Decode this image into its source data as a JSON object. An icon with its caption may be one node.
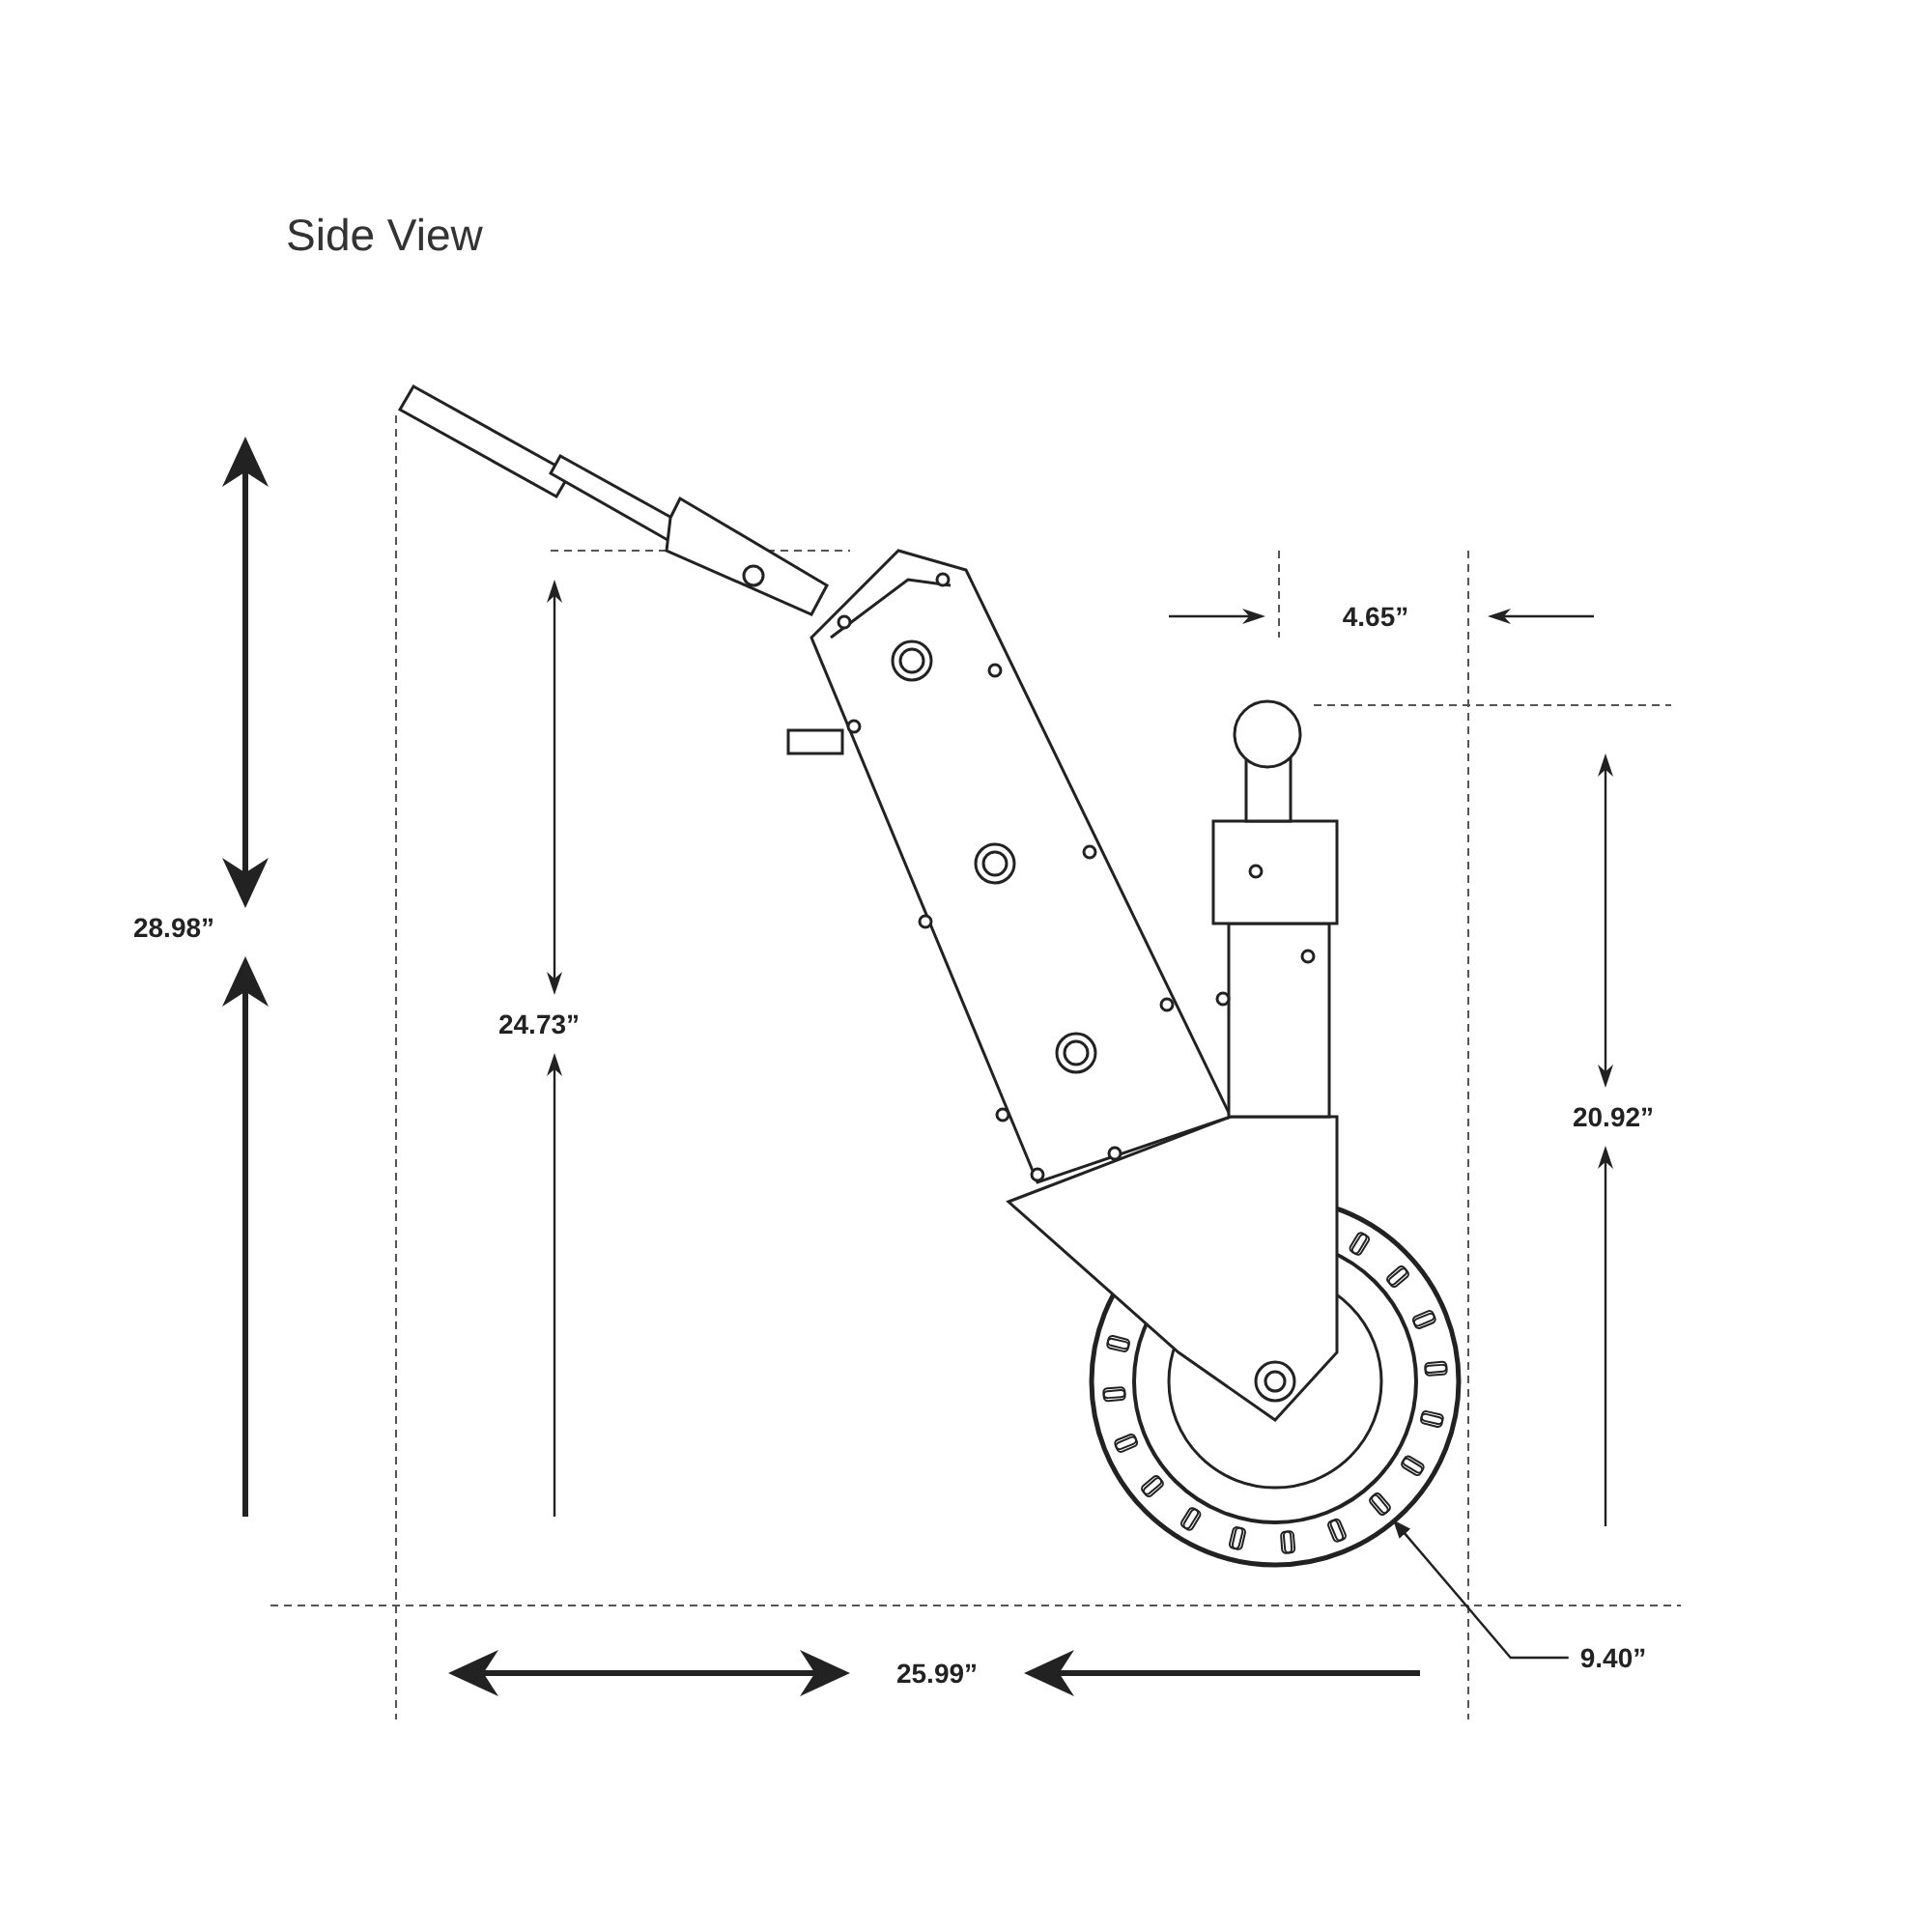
{
  "diagram": {
    "nodes": [
      {
        "text": [
          "9.40”"
        ]
      },
      {
        "text": [],
        "shape": "circle"
      }
    ],
    "edges": [
      {
        "from": 0,
        "to": 1,
        "arrow": "to"
      }
    ],
    "labels": [
      "Side View",
      "28.98”",
      "24.73”",
      "4.65”",
      "20.92”",
      "25.99”"
    ]
  }
}
